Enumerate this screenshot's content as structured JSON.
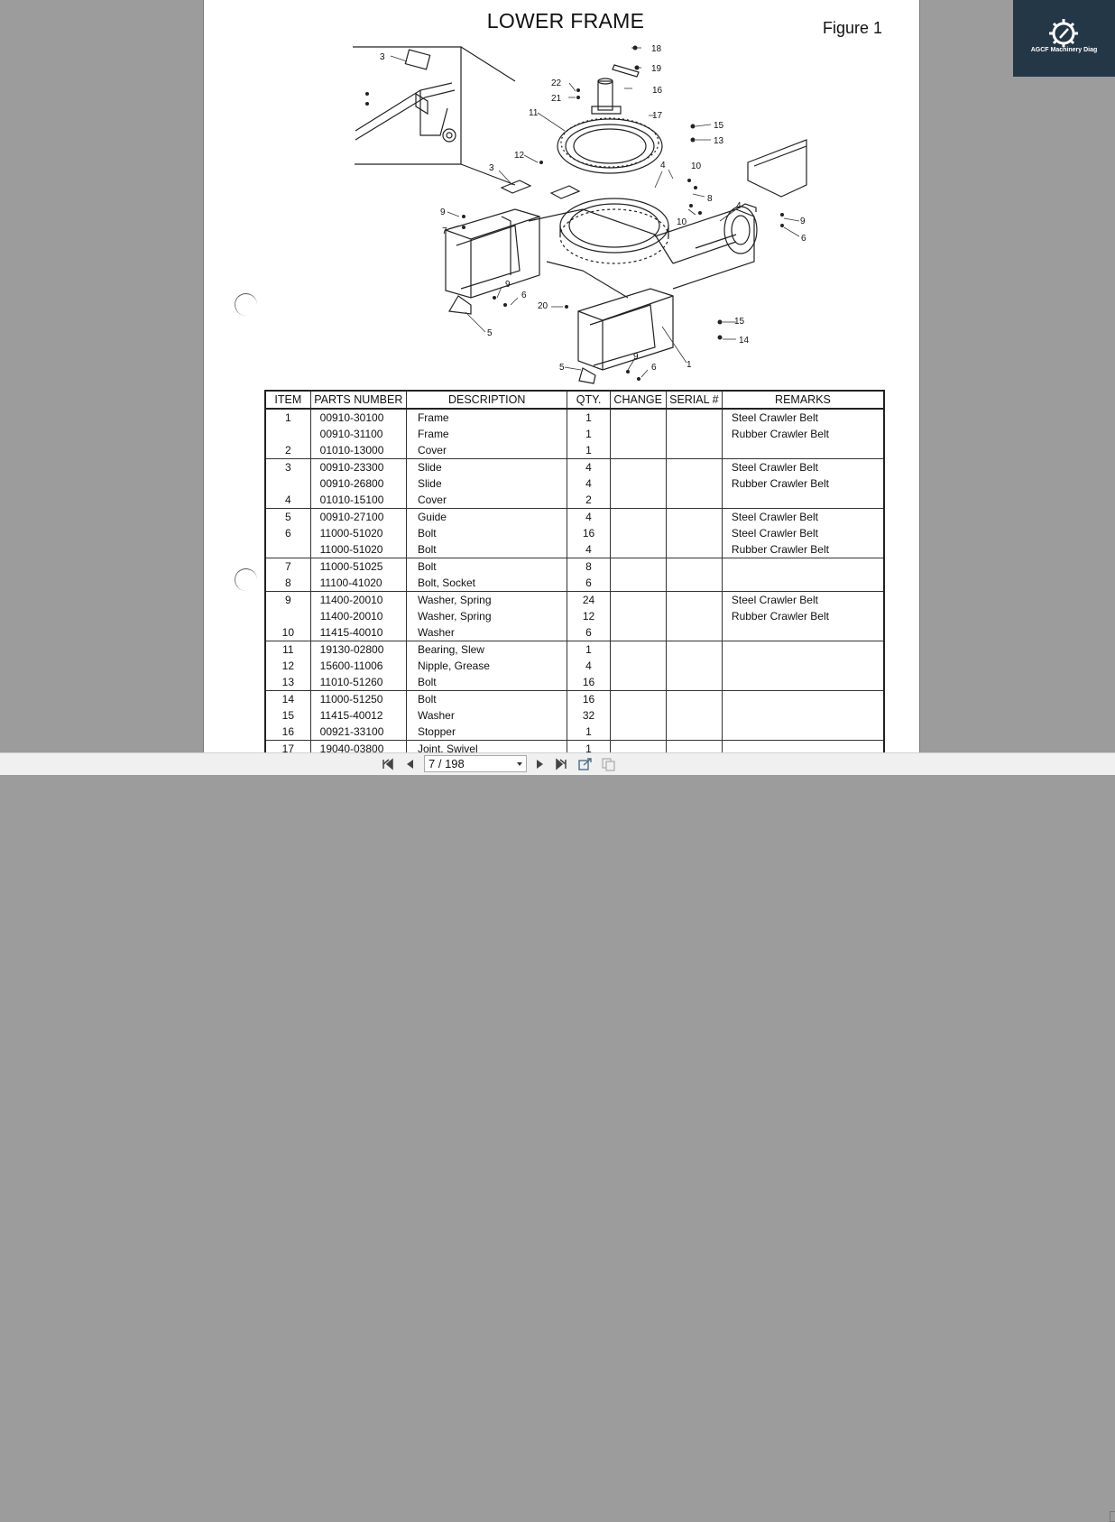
{
  "document": {
    "title": "LOWER FRAME",
    "figure_label": "Figure 1"
  },
  "callouts": [
    "1",
    "3",
    "3",
    "4",
    "4",
    "5",
    "5",
    "6",
    "6",
    "6",
    "7",
    "8",
    "9",
    "9",
    "9",
    "9",
    "10",
    "10",
    "11",
    "12",
    "13",
    "14",
    "15",
    "15",
    "16",
    "17",
    "18",
    "19",
    "20",
    "21",
    "22"
  ],
  "table": {
    "headers": {
      "item": "ITEM",
      "parts_number": "PARTS NUMBER",
      "description": "DESCRIPTION",
      "qty": "QTY.",
      "change": "CHANGE",
      "serial": "SERIAL #",
      "remarks": "REMARKS"
    },
    "rows": [
      {
        "item": "1",
        "pn": "00910-30100",
        "desc": "Frame",
        "qty": "1",
        "rem": "Steel Crawler Belt"
      },
      {
        "item": "",
        "pn": "00910-31100",
        "desc": "Frame",
        "qty": "1",
        "rem": "Rubber Crawler Belt"
      },
      {
        "item": "2",
        "pn": "01010-13000",
        "desc": "Cover",
        "qty": "1",
        "rem": ""
      },
      {
        "item": "3",
        "pn": "00910-23300",
        "desc": "Slide",
        "qty": "4",
        "rem": "Steel Crawler Belt"
      },
      {
        "item": "",
        "pn": "00910-26800",
        "desc": "Slide",
        "qty": "4",
        "rem": "Rubber Crawler Belt"
      },
      {
        "item": "4",
        "pn": "01010-15100",
        "desc": "Cover",
        "qty": "2",
        "rem": ""
      },
      {
        "item": "5",
        "pn": "00910-27100",
        "desc": "Guide",
        "qty": "4",
        "rem": "Steel Crawler Belt"
      },
      {
        "item": "6",
        "pn": "11000-51020",
        "desc": "Bolt",
        "qty": "16",
        "rem": "Steel Crawler Belt"
      },
      {
        "item": "",
        "pn": "11000-51020",
        "desc": "Bolt",
        "qty": "4",
        "rem": "Rubber Crawler Belt"
      },
      {
        "item": "7",
        "pn": "11000-51025",
        "desc": "Bolt",
        "qty": "8",
        "rem": ""
      },
      {
        "item": "8",
        "pn": "11100-41020",
        "desc": "Bolt, Socket",
        "qty": "6",
        "rem": ""
      },
      {
        "item": "9",
        "pn": "11400-20010",
        "desc": "Washer, Spring",
        "qty": "24",
        "rem": "Steel Crawler Belt"
      },
      {
        "item": "",
        "pn": "11400-20010",
        "desc": "Washer, Spring",
        "qty": "12",
        "rem": "Rubber Crawler Belt"
      },
      {
        "item": "10",
        "pn": "11415-40010",
        "desc": "Washer",
        "qty": "6",
        "rem": ""
      },
      {
        "item": "11",
        "pn": "19130-02800",
        "desc": "Bearing, Slew",
        "qty": "1",
        "rem": ""
      },
      {
        "item": "12",
        "pn": "15600-11006",
        "desc": "Nipple, Grease",
        "qty": "4",
        "rem": ""
      },
      {
        "item": "13",
        "pn": "11010-51260",
        "desc": "Bolt",
        "qty": "16",
        "rem": ""
      },
      {
        "item": "14",
        "pn": "11000-51250",
        "desc": "Bolt",
        "qty": "16",
        "rem": ""
      },
      {
        "item": "15",
        "pn": "11415-40012",
        "desc": "Washer",
        "qty": "32",
        "rem": ""
      },
      {
        "item": "16",
        "pn": "00921-33100",
        "desc": "Stopper",
        "qty": "1",
        "rem": ""
      },
      {
        "item": "17",
        "pn": "19040-03800",
        "desc": "Joint, Swivel",
        "qty": "1",
        "rem": ""
      }
    ]
  },
  "viewer": {
    "page_indicator": "7 / 198"
  },
  "logo": {
    "text": "AGCF Machinery Diag"
  }
}
